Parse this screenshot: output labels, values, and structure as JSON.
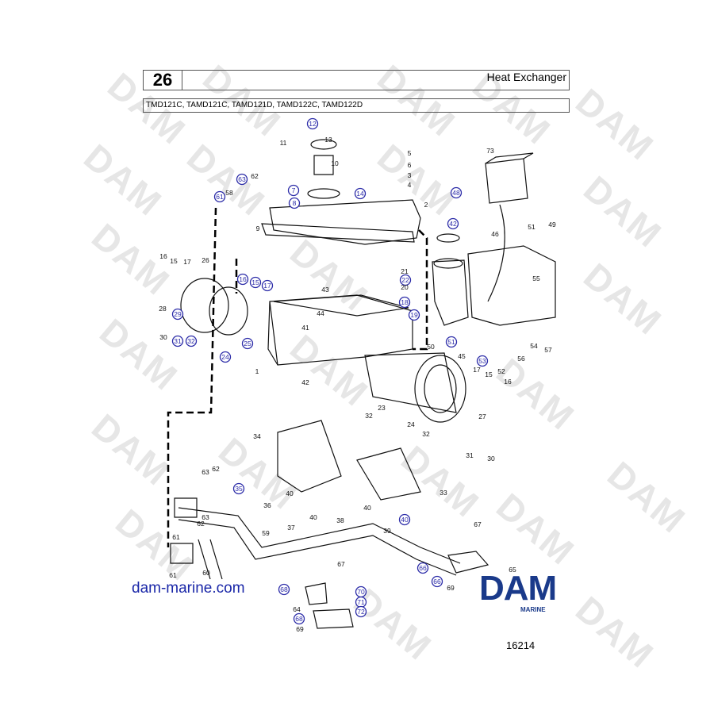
{
  "page_number": "26",
  "title": "Heat Exchanger",
  "models": "TMD121C, TAMD121C, TAMD121D, TAMD122C, TAMD122D",
  "website": "dam-marine.com",
  "brand": {
    "name": "DAM",
    "subtitle": "MARINE"
  },
  "watermark": "DAM",
  "figure_number": "16214",
  "colors": {
    "callout_circle": "#2b2ba8",
    "website": "#1a27a8",
    "brand": "#1a3a8a",
    "watermark": "#e6e6e6"
  },
  "callouts": [
    {
      "n": "12",
      "circled": true
    },
    {
      "n": "11",
      "circled": false
    },
    {
      "n": "13",
      "circled": false
    },
    {
      "n": "10",
      "circled": false
    },
    {
      "n": "5",
      "circled": false
    },
    {
      "n": "6",
      "circled": false
    },
    {
      "n": "3",
      "circled": false
    },
    {
      "n": "4",
      "circled": false
    },
    {
      "n": "63",
      "circled": true
    },
    {
      "n": "62",
      "circled": false
    },
    {
      "n": "7",
      "circled": true
    },
    {
      "n": "14",
      "circled": true
    },
    {
      "n": "58",
      "circled": false
    },
    {
      "n": "61",
      "circled": true
    },
    {
      "n": "8",
      "circled": true
    },
    {
      "n": "48",
      "circled": true
    },
    {
      "n": "2",
      "circled": false
    },
    {
      "n": "73",
      "circled": false
    },
    {
      "n": "9",
      "circled": false
    },
    {
      "n": "42",
      "circled": true
    },
    {
      "n": "51",
      "circled": false
    },
    {
      "n": "49",
      "circled": false
    },
    {
      "n": "16",
      "circled": false
    },
    {
      "n": "15",
      "circled": false
    },
    {
      "n": "17",
      "circled": false
    },
    {
      "n": "26",
      "circled": false
    },
    {
      "n": "46",
      "circled": false
    },
    {
      "n": "21",
      "circled": false
    },
    {
      "n": "22",
      "circled": true
    },
    {
      "n": "20",
      "circled": false
    },
    {
      "n": "16",
      "circled": true
    },
    {
      "n": "15",
      "circled": true
    },
    {
      "n": "17",
      "circled": true
    },
    {
      "n": "55",
      "circled": false
    },
    {
      "n": "43",
      "circled": false
    },
    {
      "n": "18",
      "circled": true
    },
    {
      "n": "28",
      "circled": false
    },
    {
      "n": "29",
      "circled": true
    },
    {
      "n": "44",
      "circled": false
    },
    {
      "n": "19",
      "circled": true
    },
    {
      "n": "30",
      "circled": false
    },
    {
      "n": "31",
      "circled": true
    },
    {
      "n": "32",
      "circled": true
    },
    {
      "n": "41",
      "circled": false
    },
    {
      "n": "25",
      "circled": true
    },
    {
      "n": "50",
      "circled": false
    },
    {
      "n": "51",
      "circled": true
    },
    {
      "n": "24",
      "circled": true
    },
    {
      "n": "45",
      "circled": false
    },
    {
      "n": "53",
      "circled": true
    },
    {
      "n": "56",
      "circled": false
    },
    {
      "n": "54",
      "circled": false
    },
    {
      "n": "57",
      "circled": false
    },
    {
      "n": "52",
      "circled": false
    },
    {
      "n": "1",
      "circled": false
    },
    {
      "n": "42",
      "circled": false
    },
    {
      "n": "17",
      "circled": false
    },
    {
      "n": "15",
      "circled": false
    },
    {
      "n": "16",
      "circled": false
    },
    {
      "n": "32",
      "circled": false
    },
    {
      "n": "23",
      "circled": false
    },
    {
      "n": "27",
      "circled": false
    },
    {
      "n": "24",
      "circled": false
    },
    {
      "n": "34",
      "circled": false
    },
    {
      "n": "32",
      "circled": false
    },
    {
      "n": "31",
      "circled": false
    },
    {
      "n": "30",
      "circled": false
    },
    {
      "n": "63",
      "circled": false
    },
    {
      "n": "62",
      "circled": false
    },
    {
      "n": "35",
      "circled": true
    },
    {
      "n": "36",
      "circled": false
    },
    {
      "n": "40",
      "circled": false
    },
    {
      "n": "33",
      "circled": false
    },
    {
      "n": "40",
      "circled": false
    },
    {
      "n": "37",
      "circled": false
    },
    {
      "n": "40",
      "circled": false
    },
    {
      "n": "38",
      "circled": false
    },
    {
      "n": "39",
      "circled": false
    },
    {
      "n": "40",
      "circled": true
    },
    {
      "n": "63",
      "circled": false
    },
    {
      "n": "62",
      "circled": false
    },
    {
      "n": "67",
      "circled": false
    },
    {
      "n": "59",
      "circled": false
    },
    {
      "n": "61",
      "circled": false
    },
    {
      "n": "67",
      "circled": false
    },
    {
      "n": "66",
      "circled": true
    },
    {
      "n": "65",
      "circled": false
    },
    {
      "n": "61",
      "circled": false
    },
    {
      "n": "60",
      "circled": false
    },
    {
      "n": "68",
      "circled": true
    },
    {
      "n": "69",
      "circled": false
    },
    {
      "n": "66",
      "circled": true
    },
    {
      "n": "70",
      "circled": true
    },
    {
      "n": "71",
      "circled": true
    },
    {
      "n": "72",
      "circled": true
    },
    {
      "n": "64",
      "circled": false
    },
    {
      "n": "68",
      "circled": true
    },
    {
      "n": "69",
      "circled": false
    }
  ]
}
